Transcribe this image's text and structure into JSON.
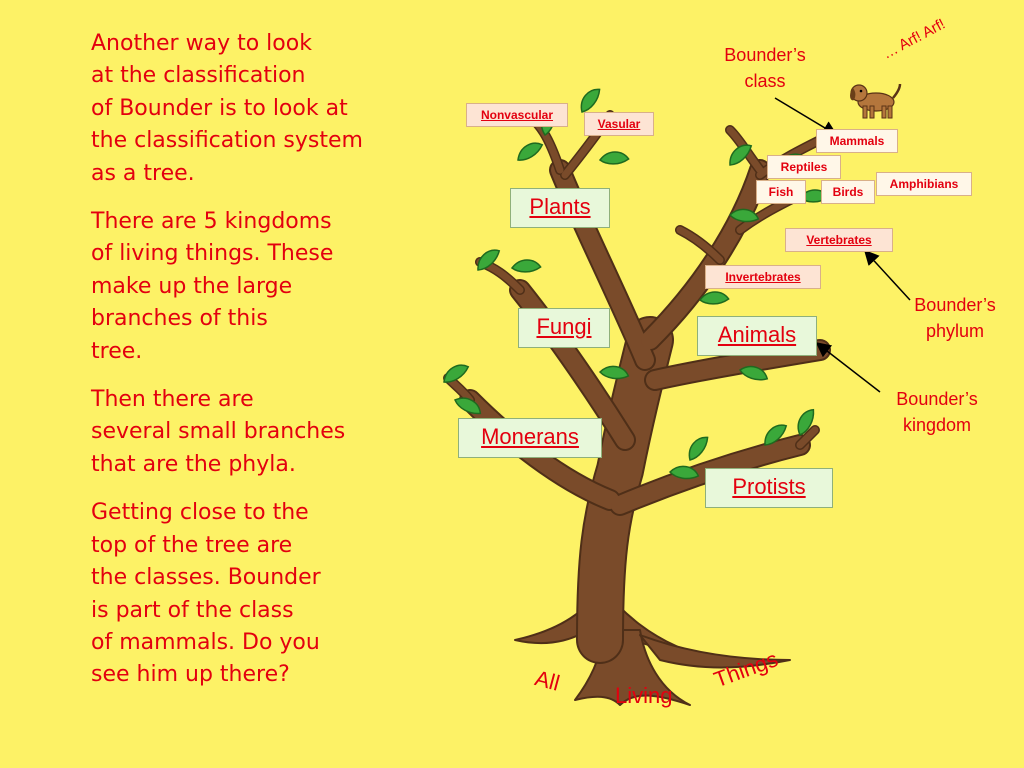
{
  "paragraphs": [
    {
      "lines": [
        "Another way to look",
        "at the classification",
        "of Bounder is to look at",
        "the classification system",
        "as a tree."
      ]
    },
    {
      "lines": [
        "There are 5 kingdoms",
        "of living things. These",
        "make up the large",
        "branches of this",
        "tree."
      ]
    },
    {
      "lines": [
        "Then there are",
        "several small branches",
        "that are the phyla."
      ]
    },
    {
      "lines": [
        "Getting close to the",
        "top of the tree are",
        "the classes. Bounder",
        "is part of the class",
        "of mammals. Do you",
        "see him up there?"
      ]
    }
  ],
  "kingdoms": {
    "plants": "Plants",
    "fungi": "Fungi",
    "monerans": "Monerans",
    "animals": "Animals",
    "protists": "Protists"
  },
  "small_labels": {
    "nonvascular": "Nonvascular",
    "vasular": "Vasular",
    "mammals": "Mammals",
    "reptiles": "Reptiles",
    "fish": "Fish",
    "birds": "Birds",
    "amphibians": "Amphibians",
    "vertebrates": "Vertebrates",
    "invertebrates": "Invertebrates"
  },
  "annotations": {
    "class": [
      "Bounder’s",
      "class"
    ],
    "phylum": [
      "Bounder’s",
      "phylum"
    ],
    "kingdom": [
      "Bounder’s",
      "kingdom"
    ],
    "bark": "… Arf! Arf!"
  },
  "base_words": {
    "all": "All",
    "living": "Living",
    "things": "Things"
  },
  "colors": {
    "background": "#fdf266",
    "text": "#e3000f",
    "trunk": "#7a4b2a",
    "leaf": "#3aa83a",
    "kingdom_box": "#e8f8da",
    "label_box": "#fff7e8"
  },
  "icons": [
    "dog-icon",
    "leaf-icon",
    "arrow-icon"
  ]
}
